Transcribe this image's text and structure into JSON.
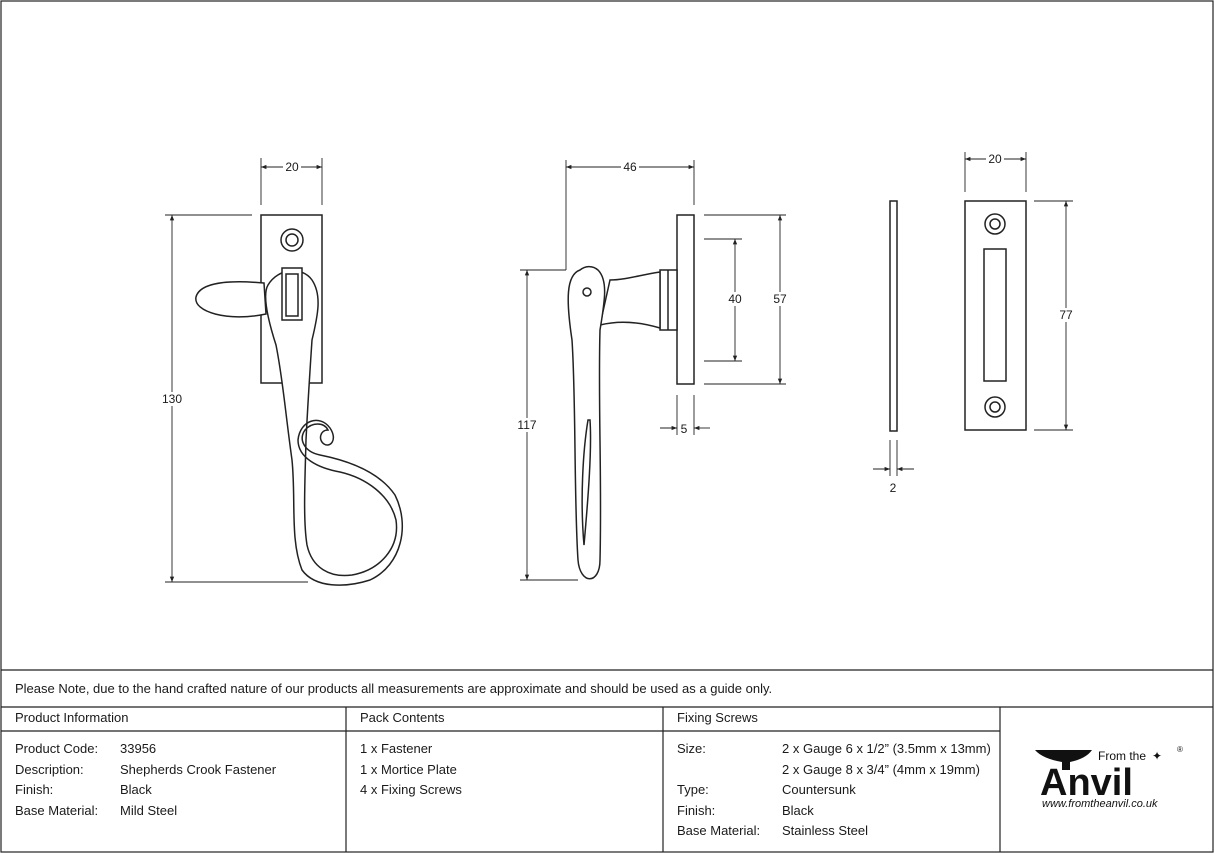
{
  "drawing": {
    "dimensions": {
      "front_width": "20",
      "front_height": "130",
      "side_width": "46",
      "side_height": "117",
      "side_inner": "40",
      "side_outer": "57",
      "side_plate": "5",
      "plate_width": "20",
      "plate_height": "77",
      "plate_thickness": "2"
    }
  },
  "note": "Please Note, due to the hand crafted nature of our products all measurements are approximate and should be used as a guide only.",
  "product_info": {
    "header": "Product Information",
    "rows": [
      {
        "label": "Product Code:",
        "value": "33956"
      },
      {
        "label": "Description:",
        "value": "Shepherds Crook Fastener"
      },
      {
        "label": "Finish:",
        "value": "Black"
      },
      {
        "label": "Base Material:",
        "value": "Mild Steel"
      }
    ]
  },
  "pack_contents": {
    "header": "Pack Contents",
    "items": [
      "1 x Fastener",
      "1 x Mortice Plate",
      "4 x Fixing Screws"
    ]
  },
  "fixing_screws": {
    "header": "Fixing Screws",
    "rows": [
      {
        "label": "Size:",
        "value": "2 x Gauge 6 x 1/2” (3.5mm x 13mm)"
      },
      {
        "label": "",
        "value": "2 x Gauge 8 x 3/4” (4mm x 19mm)"
      },
      {
        "label": "Type:",
        "value": "Countersunk"
      },
      {
        "label": "Finish:",
        "value": "Black"
      },
      {
        "label": "Base Material:",
        "value": "Stainless Steel"
      }
    ]
  },
  "logo": {
    "from_the": "From the",
    "brand": "Anvil",
    "registered": "®",
    "url": "www.fromtheanvil.co.uk"
  }
}
